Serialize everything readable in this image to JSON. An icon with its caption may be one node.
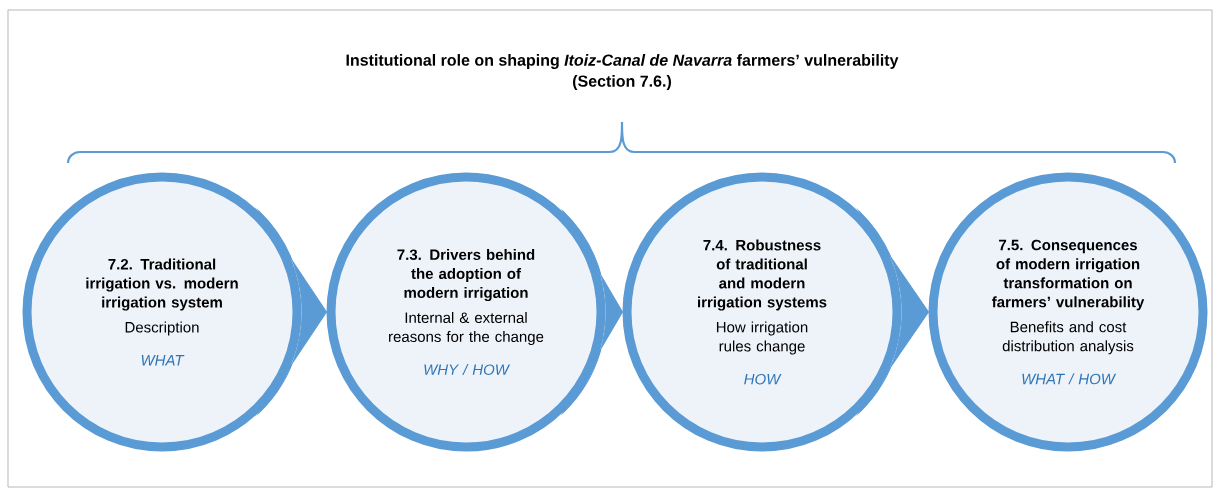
{
  "diagram": {
    "title": "Institutional role on shaping *Itoiz-Canal de Navarra* farmers’ vulnerability (Section 7.6.)",
    "nodes": [
      {
        "text": [
          "7.2. Traditional irrigation vs. modern irrigation system",
          "Description",
          "WHAT"
        ]
      },
      {
        "text": [
          "7.3. Drivers behind the adoption of modern irrigation",
          "Internal & external reasons for the change",
          "WHY / HOW"
        ]
      },
      {
        "text": [
          "7.4. Robustness of traditional and modern irrigation systems",
          "How irrigation rules change",
          "HOW"
        ]
      },
      {
        "text": [
          "7.5. Consequences of modern irrigation transformation on farmers’ vulnerability",
          "Benefits and cost distribution analysis",
          "WHAT / HOW"
        ]
      }
    ],
    "edges": [
      {
        "from": 0,
        "to": 1,
        "arrow": "to"
      },
      {
        "from": 1,
        "to": 2,
        "arrow": "to"
      },
      {
        "from": 2,
        "to": 3,
        "arrow": "to"
      }
    ]
  }
}
